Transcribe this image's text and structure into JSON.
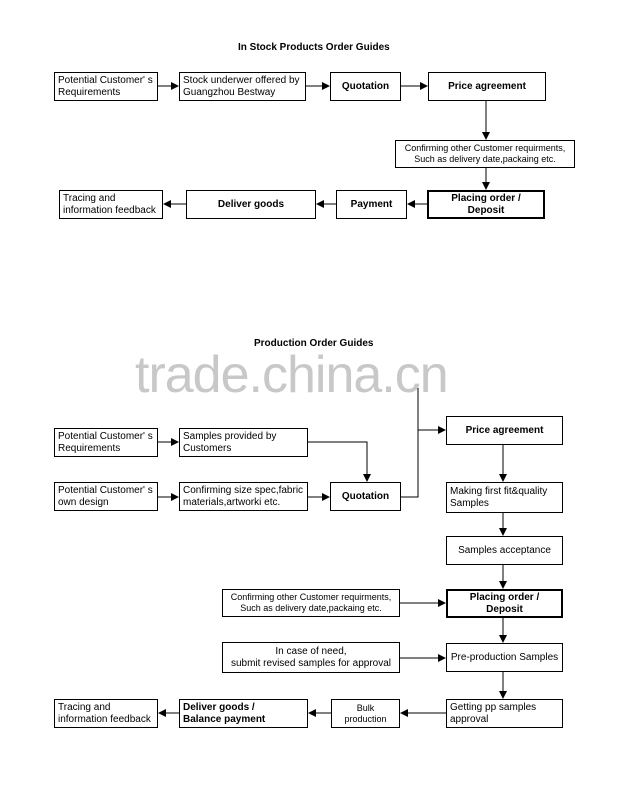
{
  "watermark": "trade.china.cn",
  "section1": {
    "title": "In Stock Products Order Guides",
    "potential_requirements": "Potential Customer' s\nRequirements",
    "stock_offered": "Stock underwer offered by\nGuangzhou Bestway",
    "quotation": "Quotation",
    "price_agreement": "Price agreement",
    "confirming": "Confirming other Customer requirments,\nSuch as delivery date,packaing etc.",
    "placing_order": "Placing order / Deposit",
    "payment": "Payment",
    "deliver_goods": "Deliver goods",
    "tracing": "Tracing and\ninformation feedback"
  },
  "section2": {
    "title": "Production Order Guides",
    "potential_requirements": "Potential Customer' s\nRequirements",
    "samples_provided": "Samples provided by\nCustomers",
    "potential_own_design": "Potential Customer' s\nown design",
    "confirming_size": "Confirming size spec,fabric\nmaterials,artworki etc.",
    "quotation": "Quotation",
    "price_agreement": "Price agreement",
    "making_samples": "Making first fit&quality\nSamples",
    "samples_acceptance": "Samples acceptance",
    "confirming": "Confirming other Customer requirments,\nSuch as delivery date,packaing etc.",
    "placing_order": "Placing order / Deposit",
    "in_case": "In case of need,\nsubmit revised samples for approval",
    "pre_production": "Pre-production Samples",
    "getting_pp": "Getting pp samples\napproval",
    "bulk_production": "Bulk production",
    "deliver_goods": "Deliver goods /\nBalance payment",
    "tracing": "Tracing and\ninformation feedback"
  }
}
